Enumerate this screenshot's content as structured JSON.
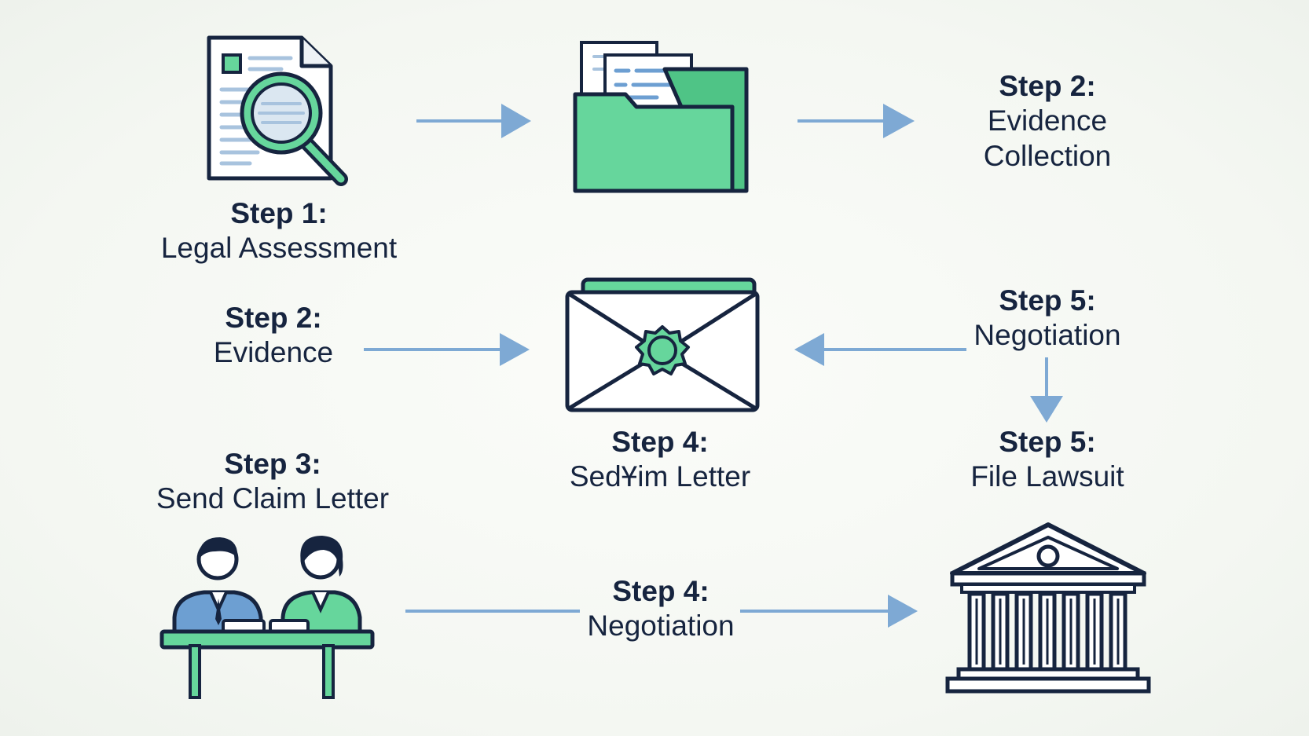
{
  "colors": {
    "navy": "#16243f",
    "green": "#66d69c",
    "blue": "#6d9fd2",
    "arrow": "#7ea9d4",
    "background": "#f6f8f4"
  },
  "steps": [
    {
      "step": "Step 1:",
      "name": "Legal Assessment",
      "icon": "document-magnifier-icon"
    },
    {
      "step": "Step 2:",
      "name": "Evidence Collection",
      "icon": "folder-icon"
    },
    {
      "step": "Step 2:",
      "name": "Evidence"
    },
    {
      "step": "Step 4:",
      "name": "SedҰim Letter",
      "icon": "sealed-envelope-icon"
    },
    {
      "step": "Step 5:",
      "name": "Negotiation"
    },
    {
      "step": "Step 3:",
      "name": "Send Claim Letter",
      "icon": "meeting-people-icon"
    },
    {
      "step": "Step 5:",
      "name": "File Lawsuit",
      "icon": "courthouse-icon"
    },
    {
      "step": "Step 4:",
      "name": "Negotiation"
    }
  ],
  "evidence_collection_lines": [
    "Evidence",
    "Collection"
  ]
}
